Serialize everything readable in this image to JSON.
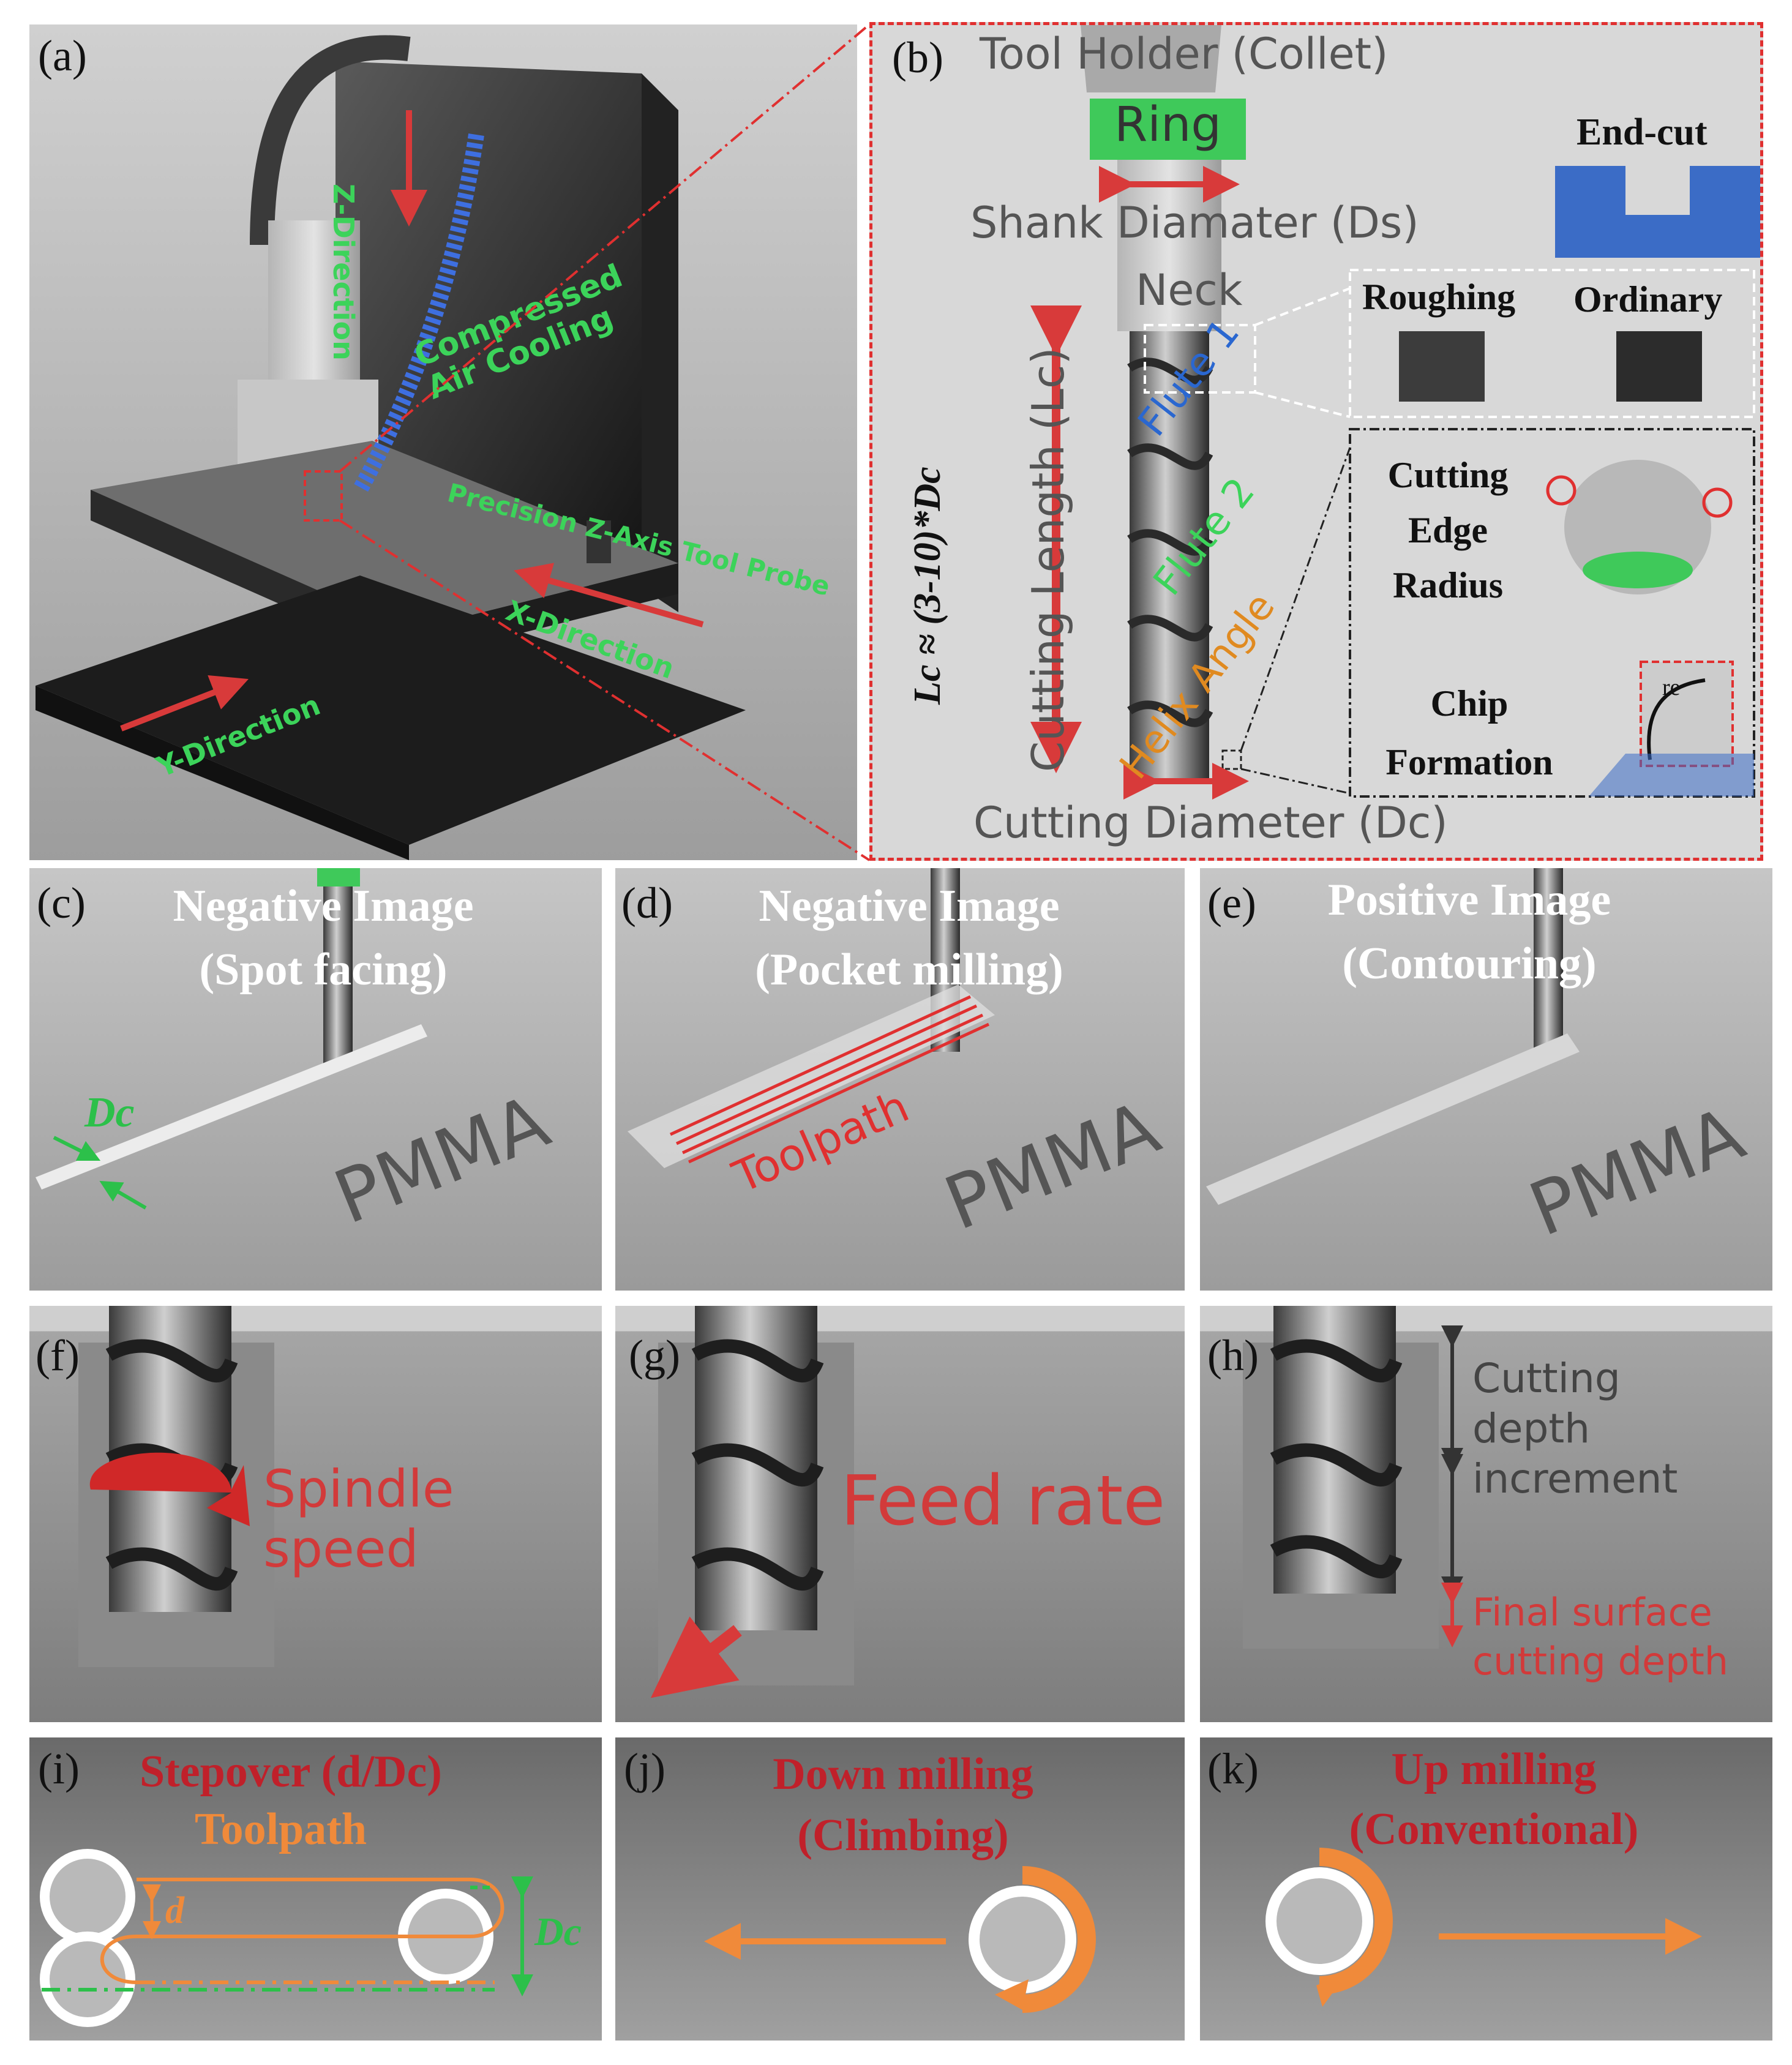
{
  "panels": {
    "a": {
      "label": "(a)",
      "z_direction": "Z-Direction",
      "air_cooling": "Compressed Air Cooling",
      "tool_probe": "Precision Z-Axis Tool Probe",
      "x_direction": "X-Direction",
      "y_direction": "Y-Direction"
    },
    "b": {
      "label": "(b)",
      "tool_holder": "Tool Holder (Collet)",
      "ring": "Ring",
      "shank": "Shank Diamater (Ds)",
      "neck": "Neck",
      "cutting_length": "Cutting Length (Lc)",
      "lc_formula": "Lc ≈ (3-10)*Dc",
      "flute1": "Flute 1",
      "flute2": "Flute 2",
      "helix": "Helix Angle",
      "cutting_diameter": "Cutting Diameter (Dc)",
      "endcut": "End-cut",
      "roughing": "Roughing",
      "ordinary": "Ordinary",
      "cutting_edge_radius": "Cutting Edge Radius",
      "chip_formation": "Chip Formation",
      "re_symbol": "re"
    },
    "c": {
      "label": "(c)",
      "title1": "Negative Image",
      "title2": "(Spot facing)",
      "dc": "Dc",
      "pmma": "PMMA"
    },
    "d": {
      "label": "(d)",
      "title1": "Negative Image",
      "title2": "(Pocket milling)",
      "toolpath": "Toolpath",
      "pmma": "PMMA"
    },
    "e": {
      "label": "(e)",
      "title1": "Positive Image",
      "title2": "(Contouring)",
      "pmma": "PMMA"
    },
    "f": {
      "label": "(f)",
      "text": "Spindle speed"
    },
    "g": {
      "label": "(g)",
      "text": "Feed rate"
    },
    "h": {
      "label": "(h)",
      "depth1": "Cutting",
      "depth2": "depth",
      "depth3": "increment",
      "final1": "Final surface",
      "final2": "cutting depth"
    },
    "i": {
      "label": "(i)",
      "title": "Stepover (d/Dc)",
      "toolpath": "Toolpath",
      "d": "d",
      "dc": "Dc"
    },
    "j": {
      "label": "(j)",
      "title1": "Down milling",
      "title2": "(Climbing)"
    },
    "k": {
      "label": "(k)",
      "title1": "Up milling",
      "title2": "(Conventional)"
    }
  },
  "colors": {
    "green": "#3cd35a",
    "red": "#d23a3a",
    "orange": "#f0883a",
    "blue": "#2a67d0",
    "dark_red": "#c0202a"
  }
}
